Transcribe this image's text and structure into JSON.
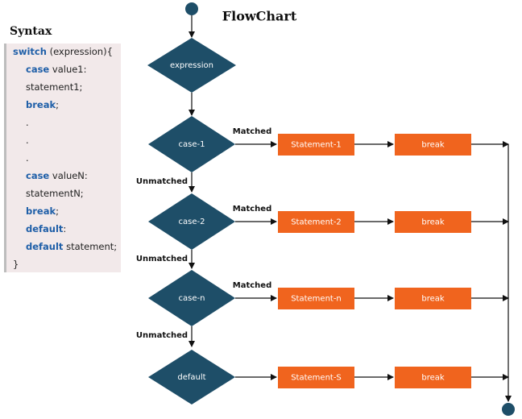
{
  "syntax": {
    "title": "Syntax",
    "lines": [
      {
        "kw": "switch",
        "text": " (expression){"
      },
      {
        "kw": "case",
        "text": " value1:"
      },
      {
        "kw": "",
        "text": "statement1;"
      },
      {
        "kw": "break",
        "text": ";"
      },
      {
        "kw": "",
        "text": "."
      },
      {
        "kw": "",
        "text": "."
      },
      {
        "kw": "",
        "text": "."
      },
      {
        "kw": "case",
        "text": " valueN:"
      },
      {
        "kw": "",
        "text": "statementN;"
      },
      {
        "kw": "break",
        "text": ";"
      },
      {
        "kw": "default",
        "text": ":"
      },
      {
        "kw": "default",
        "text": " statement;"
      },
      {
        "kw": "",
        "text": "}"
      }
    ]
  },
  "flowchart": {
    "title": "FlowChart",
    "expression": "expression",
    "cases": [
      {
        "decision": "case-1",
        "statement": "Statement-1",
        "break": "break",
        "matched": "Matched",
        "unmatched": "Unmatched"
      },
      {
        "decision": "case-2",
        "statement": "Statement-2",
        "break": "break",
        "matched": "Matched",
        "unmatched": "Unmatched"
      },
      {
        "decision": "case-n",
        "statement": "Statement-n",
        "break": "break",
        "matched": "Matched",
        "unmatched": "Unmatched"
      }
    ],
    "default_node": {
      "decision": "default",
      "statement": "Statement-S",
      "break": "break"
    },
    "colors": {
      "decision": "#1e4e68",
      "process": "#f0641e",
      "line": "#111111"
    }
  }
}
